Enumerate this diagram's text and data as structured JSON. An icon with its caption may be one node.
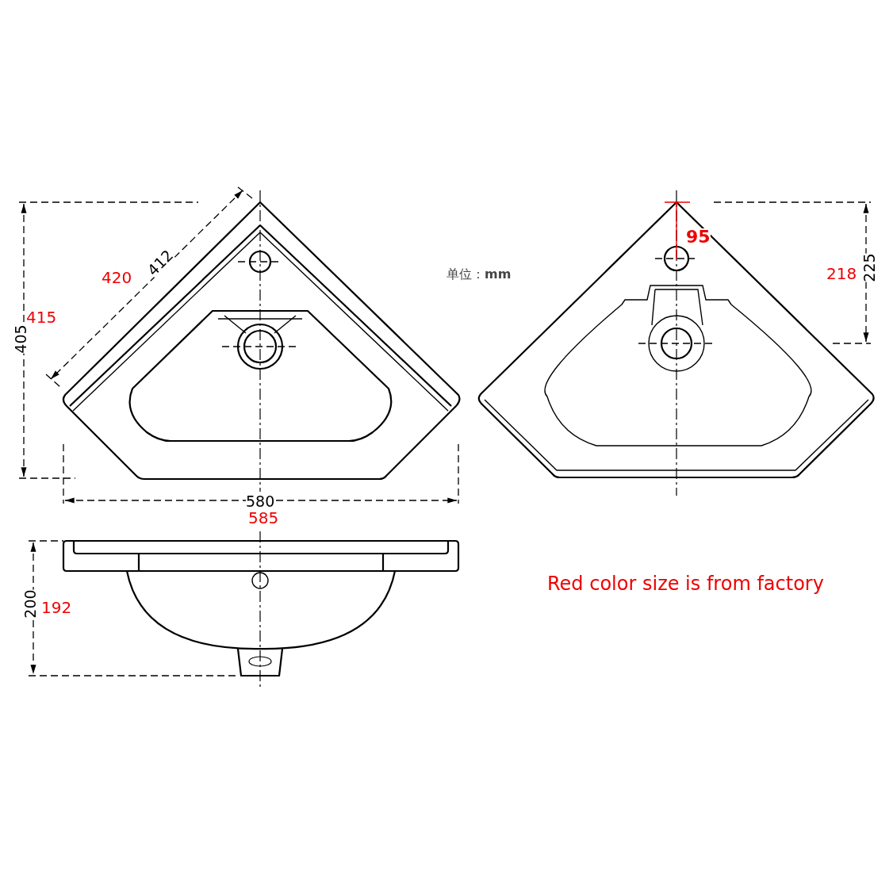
{
  "diagram": {
    "labels": [
      "420",
      "412",
      "415",
      "405",
      "单位：**mm**",
      "95",
      "218",
      "225",
      "580",
      "585",
      "200",
      "192",
      "Red color size is from factory"
    ]
  }
}
